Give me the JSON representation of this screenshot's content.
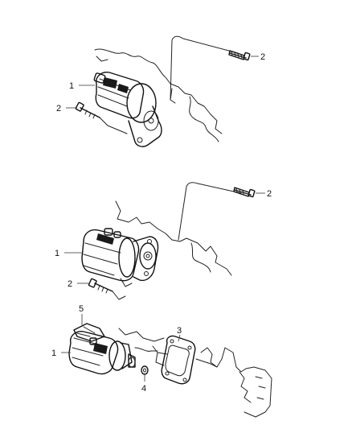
{
  "diagram": {
    "groups": [
      {
        "id": "top",
        "callouts": [
          {
            "key": "starter",
            "label": "1"
          },
          {
            "key": "bolt_left",
            "label": "2"
          },
          {
            "key": "bolt_right",
            "label": "2"
          }
        ]
      },
      {
        "id": "middle",
        "callouts": [
          {
            "key": "starter",
            "label": "1"
          },
          {
            "key": "bolt_left",
            "label": "2"
          },
          {
            "key": "bolt_right",
            "label": "2"
          }
        ]
      },
      {
        "id": "bottom",
        "callouts": [
          {
            "key": "starter",
            "label": "1"
          },
          {
            "key": "shield",
            "label": "5"
          },
          {
            "key": "plate",
            "label": "3"
          },
          {
            "key": "nut",
            "label": "4"
          }
        ]
      }
    ]
  }
}
